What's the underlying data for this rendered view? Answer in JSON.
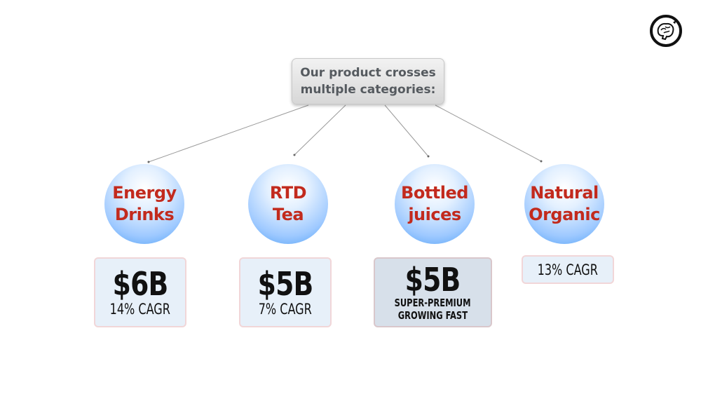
{
  "root": {
    "line1": "Our product crosses",
    "line2": "multiple categories:"
  },
  "categories": [
    {
      "name_line1": "Energy",
      "name_line2": "Drinks",
      "value": "$6B",
      "detail": "14% CAGR"
    },
    {
      "name_line1": "RTD",
      "name_line2": "Tea",
      "value": "$5B",
      "detail": "7% CAGR"
    },
    {
      "name_line1": "Bottled",
      "name_line2": "juices",
      "value": "$5B",
      "detail_line1": "SUPER-PREMIUM",
      "detail_line2": "GROWING FAST"
    },
    {
      "name_line1": "Natural",
      "name_line2": "Organic",
      "detail": "13% CAGR"
    }
  ],
  "colors": {
    "category_text": "#c22a1d",
    "circle_blue": "#4d9ff6",
    "root_text": "#555a5f",
    "stat_box_fill": "#e7f0f9",
    "stat_box_border": "#f1d6d8"
  },
  "icons": {
    "logo": "brain-logo-icon"
  }
}
